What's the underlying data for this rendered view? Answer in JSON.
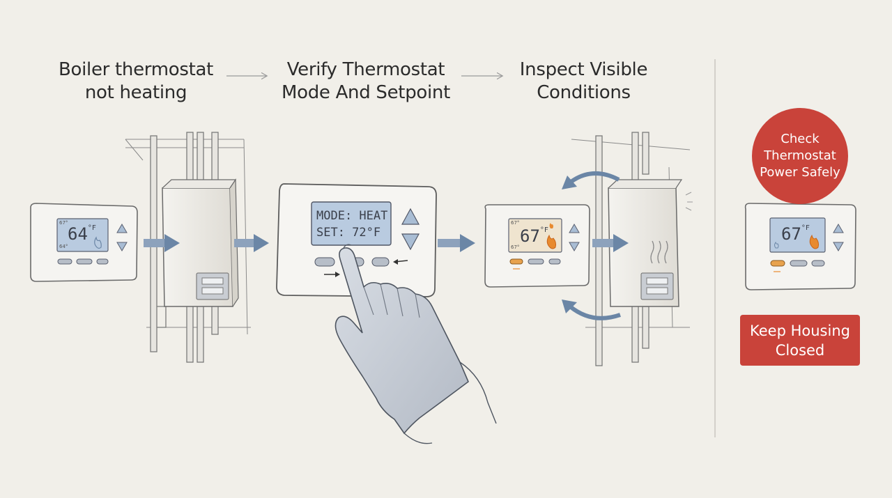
{
  "steps": [
    {
      "line1": "Boiler thermostat",
      "line2": "not heating"
    },
    {
      "line1": "Verify Thermostat",
      "line2": "Mode And Setpoint"
    },
    {
      "line1": "Inspect Visible",
      "line2": "Conditions"
    }
  ],
  "thermostat_1": {
    "temp": "64",
    "unit": "°F",
    "small_top": "67°",
    "small_bottom": "64°"
  },
  "thermostat_2": {
    "mode_line": "MODE: HEAT",
    "set_line": "SET: 72°F"
  },
  "thermostat_3": {
    "temp": "67",
    "unit": "°F",
    "small_top": "67°",
    "small_bottom": "67°"
  },
  "thermostat_4": {
    "temp": "67",
    "unit": "°F"
  },
  "warnings": {
    "circle_line1": "Check",
    "circle_line2": "Thermostat",
    "circle_line3": "Power Safely",
    "box_line1": "Keep Housing",
    "box_line2": "Closed"
  },
  "colors": {
    "background": "#f1efe9",
    "warning_red": "#c9433a",
    "arrow_blue": "#6b86a6",
    "lcd_blue": "#b9cbe0",
    "lcd_warm": "#efe4cf",
    "flame_orange": "#e88a2e",
    "line_ink": "#5a5a5a"
  },
  "icons": [
    "flame-icon",
    "up-arrow-button-icon",
    "down-arrow-button-icon",
    "glove-hand-icon",
    "heat-waves-icon",
    "curved-cycle-arrow-icon"
  ]
}
